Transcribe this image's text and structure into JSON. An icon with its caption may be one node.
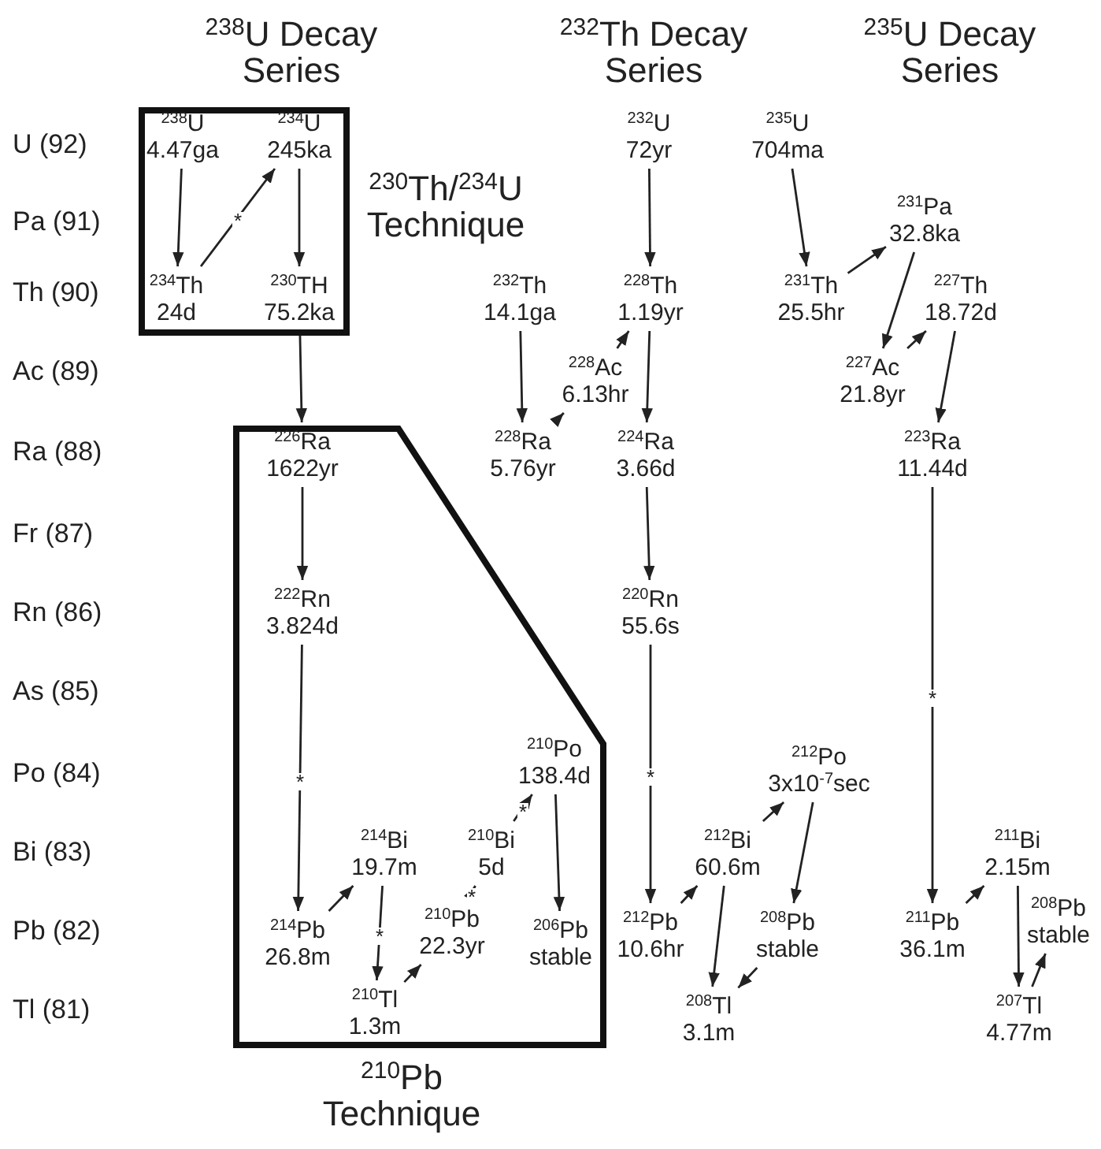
{
  "diagram": {
    "nodes": [
      {
        "text": [
          "$^{230}$Th/$^{234}$U Technique"
        ]
      },
      {
        "text": [
          "$^{238}$U",
          "4.47ga"
        ],
        "in": 0
      },
      {
        "text": [
          "$^{234}$U",
          "245ka"
        ],
        "in": 0
      },
      {
        "text": [
          "$^{234}$Th",
          "24d"
        ],
        "in": 0
      },
      {
        "text": [
          "$^{230}$TH",
          "75.2ka"
        ],
        "in": 0
      },
      {
        "text": [
          "$^{210}$Pb Technique"
        ]
      },
      {
        "text": [
          "$^{226}$Ra",
          "1622yr"
        ],
        "in": 5
      },
      {
        "text": [
          "$^{222}$Rn",
          "3.824d"
        ],
        "in": 5
      },
      {
        "text": [
          "$^{210}$Po",
          "138.4d"
        ],
        "in": 5
      },
      {
        "text": [
          "$^{214}$Bi",
          "19.7m"
        ],
        "in": 5
      },
      {
        "text": [
          "$^{210}$Bi",
          "5d"
        ],
        "in": 5
      },
      {
        "text": [
          "$^{214}$Pb",
          "26.8m"
        ],
        "in": 5
      },
      {
        "text": [
          "$^{210}$Pb",
          "22.3yr"
        ],
        "in": 5
      },
      {
        "text": [
          "$^{206}$Pb",
          "stable"
        ],
        "in": 5
      },
      {
        "text": [
          "$^{210}$Tl",
          "1.3m"
        ],
        "in": 5
      },
      {
        "text": [
          "$^{232}$U",
          "72yr"
        ]
      },
      {
        "text": [
          "$^{235}$U",
          "704ma"
        ]
      },
      {
        "text": [
          "$^{231}$Pa",
          "32.8ka"
        ]
      },
      {
        "text": [
          "$^{232}$Th",
          "14.1ga"
        ]
      },
      {
        "text": [
          "$^{228}$Th",
          "1.19yr"
        ]
      },
      {
        "text": [
          "$^{231}$Th",
          "25.5hr"
        ]
      },
      {
        "text": [
          "$^{227}$Th",
          "18.72d"
        ]
      },
      {
        "text": [
          "$^{228}$Ac",
          "6.13hr"
        ]
      },
      {
        "text": [
          "$^{227}$Ac",
          "21.8yr"
        ]
      },
      {
        "text": [
          "$^{228}$Ra",
          "5.76yr"
        ]
      },
      {
        "text": [
          "$^{224}$Ra",
          "3.66d"
        ]
      },
      {
        "text": [
          "$^{223}$Ra",
          "11.44d"
        ]
      },
      {
        "text": [
          "$^{220}$Rn",
          "55.6s"
        ]
      },
      {
        "text": [
          "$^{212}$Po",
          "3x10$^{-7}$sec"
        ]
      },
      {
        "text": [
          "$^{212}$Bi",
          "60.6m"
        ]
      },
      {
        "text": [
          "$^{211}$Bi",
          "2.15m"
        ]
      },
      {
        "text": [
          "$^{212}$Pb",
          "10.6hr"
        ]
      },
      {
        "text": [
          "$^{208}$Pb",
          "stable"
        ]
      },
      {
        "text": [
          "$^{211}$Pb",
          "36.1m"
        ]
      },
      {
        "text": [
          "$^{208}$Pb",
          "stable"
        ]
      },
      {
        "text": [
          "$^{208}$Tl",
          "3.1m"
        ]
      },
      {
        "text": [
          "$^{207}$Tl",
          "4.77m"
        ]
      }
    ],
    "edges": [
      {
        "from": 1,
        "to": 3,
        "arrow": "to"
      },
      {
        "from": 3,
        "to": 2,
        "arrow": "to",
        "label": "*"
      },
      {
        "from": 2,
        "to": 4,
        "arrow": "to"
      },
      {
        "from": 4,
        "to": 6,
        "arrow": "to"
      },
      {
        "from": 6,
        "to": 7,
        "arrow": "to"
      },
      {
        "from": 7,
        "to": 11,
        "arrow": "to",
        "label": "*"
      },
      {
        "from": 11,
        "to": 9,
        "arrow": "to"
      },
      {
        "from": 9,
        "to": 14,
        "arrow": "to",
        "label": "*"
      },
      {
        "from": 14,
        "to": 12,
        "arrow": "to"
      },
      {
        "from": 12,
        "to": 10,
        "arrow": "to",
        "label": "*"
      },
      {
        "from": 10,
        "to": 8,
        "arrow": "to",
        "label": "*"
      },
      {
        "from": 8,
        "to": 13,
        "arrow": "to"
      },
      {
        "from": 15,
        "to": 19,
        "arrow": "to"
      },
      {
        "from": 18,
        "to": 24,
        "arrow": "to"
      },
      {
        "from": 24,
        "to": 22,
        "arrow": "to"
      },
      {
        "from": 22,
        "to": 19,
        "arrow": "to"
      },
      {
        "from": 19,
        "to": 25,
        "arrow": "to"
      },
      {
        "from": 25,
        "to": 27,
        "arrow": "to"
      },
      {
        "from": 27,
        "to": 31,
        "arrow": "to",
        "label": "*"
      },
      {
        "from": 31,
        "to": 29,
        "arrow": "to"
      },
      {
        "from": 29,
        "to": 28,
        "arrow": "to"
      },
      {
        "from": 29,
        "to": 35,
        "arrow": "to"
      },
      {
        "from": 28,
        "to": 32,
        "arrow": "to"
      },
      {
        "from": 32,
        "to": 35,
        "arrow": "to"
      },
      {
        "from": 16,
        "to": 20,
        "arrow": "to"
      },
      {
        "from": 20,
        "to": 17,
        "arrow": "to"
      },
      {
        "from": 17,
        "to": 23,
        "arrow": "to"
      },
      {
        "from": 23,
        "to": 21,
        "arrow": "to"
      },
      {
        "from": 21,
        "to": 26,
        "arrow": "to"
      },
      {
        "from": 26,
        "to": 33,
        "arrow": "to",
        "label": "*"
      },
      {
        "from": 33,
        "to": 30,
        "arrow": "to"
      },
      {
        "from": 30,
        "to": 36,
        "arrow": "to"
      },
      {
        "from": 36,
        "to": 34,
        "arrow": "to"
      }
    ],
    "labels": [
      "$^{238}$U Decay Series",
      "$^{232}$Th Decay Series",
      "$^{235}$U Decay Series",
      "U (92)",
      "Pa (91)",
      "Th (90)",
      "Ac (89)",
      "Ra (88)",
      "Fr (87)",
      "Rn (86)",
      "As (85)",
      "Po (84)",
      "Bi (83)",
      "Pb (82)",
      "Tl (81)"
    ]
  }
}
